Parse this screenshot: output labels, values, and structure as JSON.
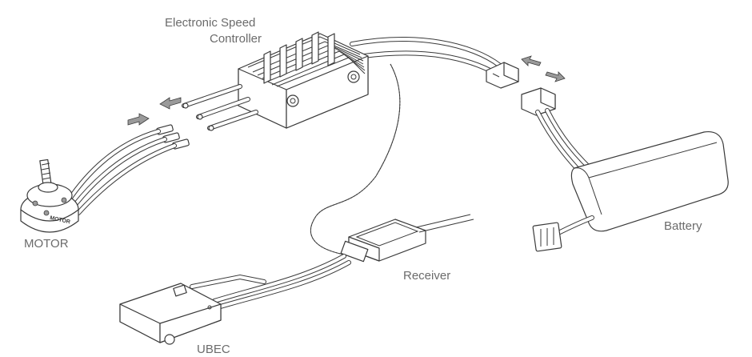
{
  "labels": {
    "esc_line1": "Electronic Speed",
    "esc_line2": "Controller",
    "motor": "MOTOR",
    "motor_brand": "MOTOR",
    "battery": "Battery",
    "receiver": "Receiver",
    "ubec": "UBEC"
  },
  "colors": {
    "line": "#3a3a3a",
    "label": "#6b6b6b",
    "arrow": "#9a9a9a"
  }
}
